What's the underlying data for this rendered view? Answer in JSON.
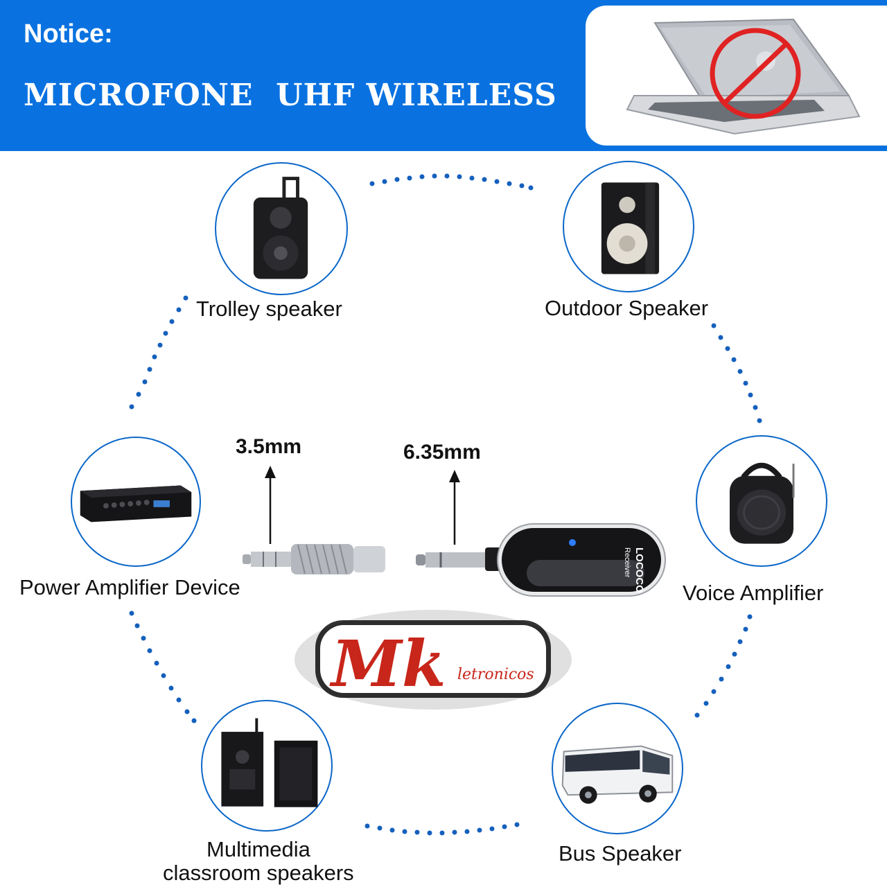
{
  "header": {
    "notice": "Notice:",
    "headline": "MICROFONE  UHF WIRELESS",
    "background_color": "#0a72e0"
  },
  "devices": {
    "trolley": {
      "label": "Trolley speaker"
    },
    "outdoor": {
      "label": "Outdoor Speaker"
    },
    "power_amp": {
      "label": "Power Amplifier Device"
    },
    "voice_amp": {
      "label": "Voice Amplifier"
    },
    "multimedia": {
      "label_line1": "Multimedia",
      "label_line2": "classroom speakers"
    },
    "bus": {
      "label": "Bus Speaker"
    }
  },
  "connectors": {
    "small_jack": "3.5mm",
    "large_jack": "6.35mm",
    "receiver_brand": "LOCOCO",
    "receiver_text": "Receiver"
  },
  "logo": {
    "mark": "Mk",
    "text": "letronicos"
  },
  "colors": {
    "accent": "#0a66c8",
    "dots": "#1560bd",
    "logo_red": "#c8261a"
  }
}
